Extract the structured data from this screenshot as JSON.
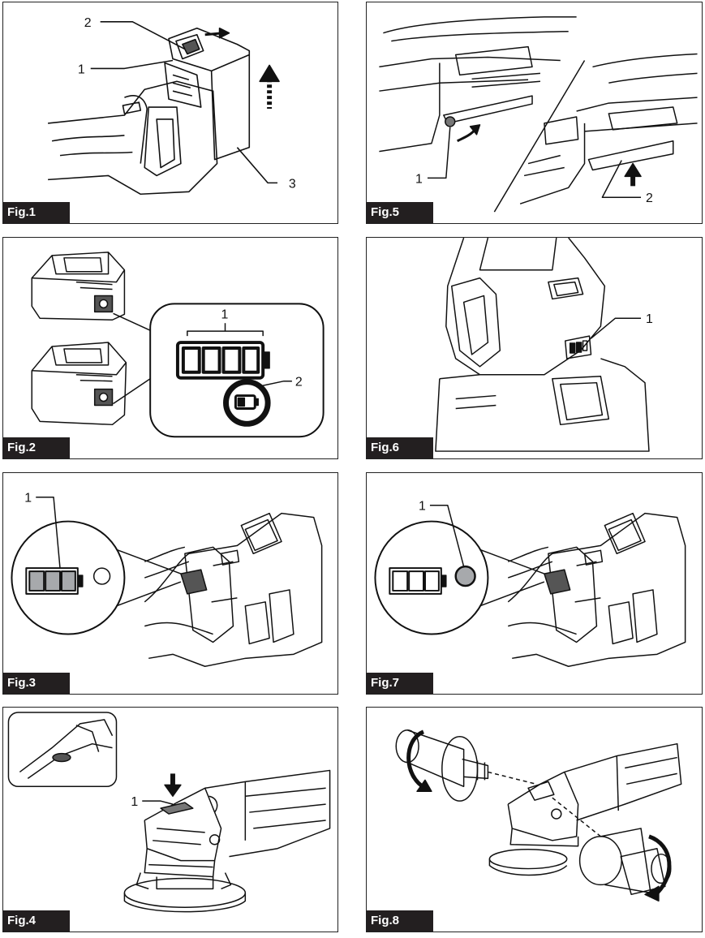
{
  "figures": [
    {
      "label": "Fig.1",
      "callouts": [
        "2",
        "1",
        "3"
      ]
    },
    {
      "label": "Fig.5",
      "callouts": [
        "1",
        "2"
      ]
    },
    {
      "label": "Fig.2",
      "callouts": [
        "1",
        "2"
      ]
    },
    {
      "label": "Fig.6",
      "callouts": [
        "1"
      ]
    },
    {
      "label": "Fig.3",
      "callouts": [
        "1"
      ]
    },
    {
      "label": "Fig.7",
      "callouts": [
        "1"
      ]
    },
    {
      "label": "Fig.4",
      "callouts": [
        "1"
      ]
    },
    {
      "label": "Fig.8",
      "callouts": []
    }
  ],
  "colors": {
    "ink": "#231f20",
    "paper": "#ffffff",
    "battery_fill": "#a7a9ac"
  }
}
